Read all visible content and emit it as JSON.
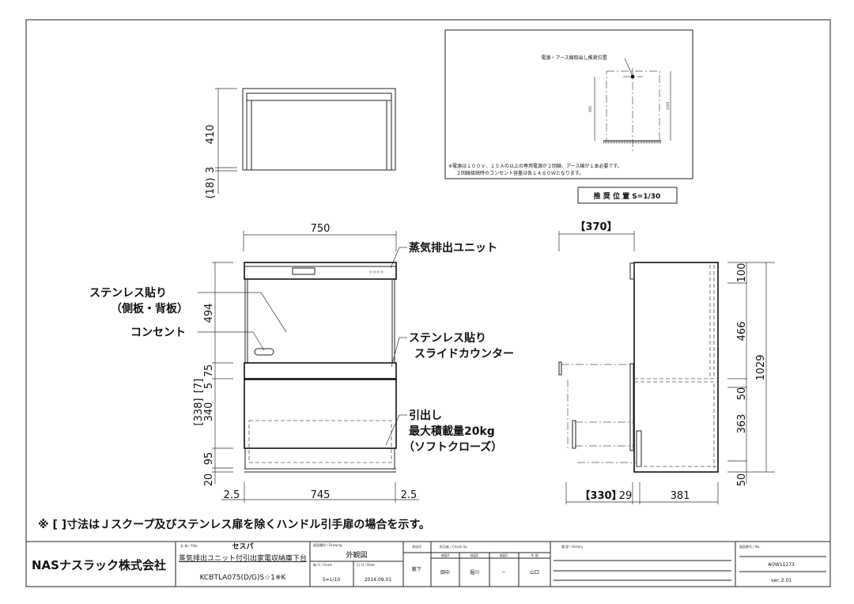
{
  "plan_view": {
    "dim_height": "410",
    "dim_gap": "3",
    "dim_top": "(18)"
  },
  "front_view": {
    "dim_width_top": "750",
    "dim_left": [
      "494",
      "75",
      "[7]",
      "5",
      "[338]",
      "340",
      "95",
      "20"
    ],
    "dim_bottom": [
      "2.5",
      "745",
      "2.5"
    ],
    "callouts": {
      "steam_unit": "蒸気排出ユニット",
      "stainless_side_1": "ステンレス貼り",
      "stainless_side_2": "（側板・背板）",
      "outlet": "コンセント",
      "counter_1": "ステンレス貼り",
      "counter_2": "スライドカウンター",
      "drawer_1": "引出し",
      "drawer_2": "最大積載量20kg",
      "drawer_3": "（ソフトクローズ）"
    }
  },
  "side_view": {
    "dim_top": "【370】",
    "dim_right": [
      "100",
      "466",
      "50",
      "363",
      "50"
    ],
    "dim_total": "1029",
    "dim_bottom": [
      "【330】",
      "29",
      "381"
    ]
  },
  "recommended": {
    "label": "電源・アース線取出し推奨位置",
    "dim_left": "950",
    "dim_right": "1029",
    "note_1": "※電源は１００Ｖ、１５Ａの以上の専用電源が２回線、アース線が１本必要です。",
    "note_2": "２回線接続時のコンセント容量は各１４８０Ｗとなります。",
    "caption": "推 奨 位 置  S=1/30"
  },
  "footnote": "※ [ ]寸法はＪスクープ及びステンレス扉を除くハンドル引手扉の場合を示す。",
  "title_block": {
    "company": "NASナスラック株式会社",
    "title_label": "名 称 / Title",
    "title": "セスパ",
    "subtitle": "蒸気排出ユニット付引出家電収納庫下台",
    "model": "KCBTLA075(D/G)S☆1※K",
    "drawing_label": "図面種別 / Drawing",
    "drawing": "外観図",
    "scale_label": "縮 尺 / Scale",
    "scale": "S=1/10",
    "date_label": "日 付 / Date",
    "date": "2014.09.01",
    "approval_label": "承認印",
    "approval": "薮下",
    "checkup_label": "担当者 / Check Up",
    "checkers": [
      {
        "role": "検図3",
        "name": "田中"
      },
      {
        "role": "検図2",
        "name": "堀川"
      },
      {
        "role": "検図1",
        "name": "－"
      },
      {
        "role": "作 図",
        "name": "山口"
      }
    ],
    "history_label": "履 歴 / History",
    "number_label": "図面番号 / No.",
    "number": "AOW11273",
    "version": "ver. 2.01"
  }
}
